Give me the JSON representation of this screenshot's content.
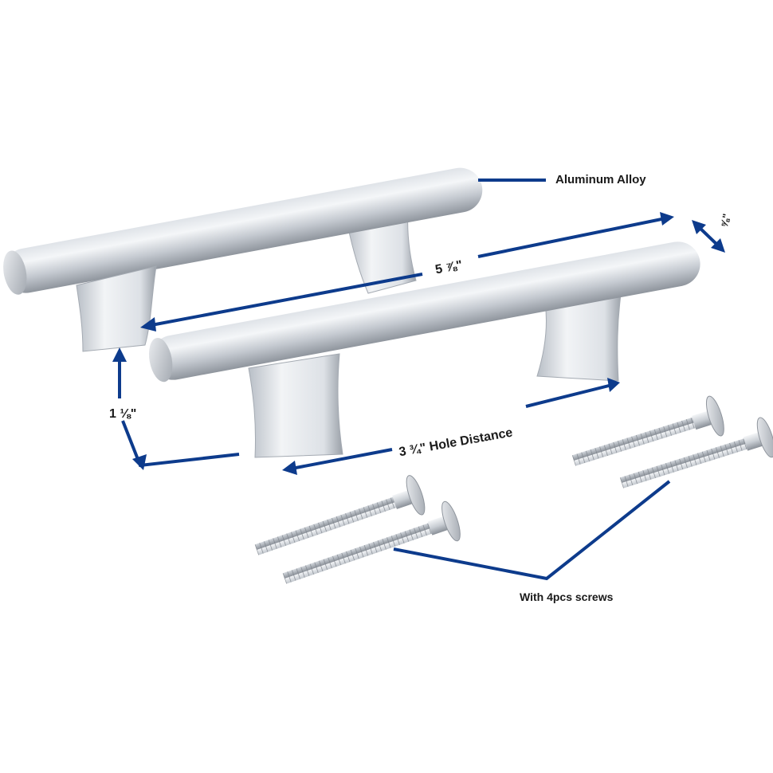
{
  "colors": {
    "background": "#ffffff",
    "dimension_line": "#0d3b8c",
    "metal_light": "#e8ebef",
    "metal_mid": "#c3c8cf",
    "metal_dark": "#8f959d",
    "label_text": "#1a1a1a"
  },
  "labels": {
    "material": "Aluminum Alloy",
    "length": "5 ⅞\"",
    "thickness": "⅝\"",
    "height": "1 ⅛\"",
    "hole_distance": "3 ¾\" Hole Distance",
    "screws": "With 4pcs screws"
  },
  "product": {
    "handle_count": 2,
    "screw_count": 4
  }
}
